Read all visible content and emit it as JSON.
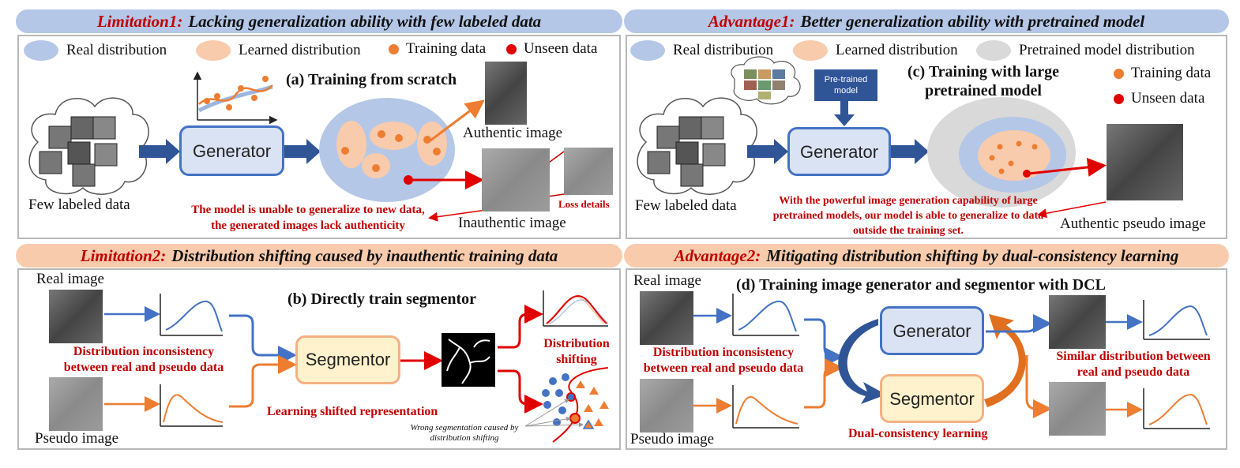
{
  "limitation1": {
    "prefix": "Limitation1:",
    "text": "Lacking generalization ability with few labeled data"
  },
  "advantage1": {
    "prefix": "Advantage1:",
    "text": "Better generalization ability with pretrained model"
  },
  "limitation2": {
    "prefix": "Limitation2:",
    "text": "Distribution shifting caused by inauthentic training data"
  },
  "advantage2": {
    "prefix": "Advantage2:",
    "text": "Mitigating distribution shifting by dual-consistency learning"
  },
  "legend_a": {
    "real": "Real distribution",
    "learned": "Learned distribution",
    "training": "Training data",
    "unseen": "Unseen data"
  },
  "legend_c": {
    "real": "Real distribution",
    "learned": "Learned distribution",
    "pretrained": "Pretrained model distribution",
    "training": "Training data",
    "unseen": "Unseen data"
  },
  "panel_a": {
    "title": "(a) Training from scratch",
    "few_labeled": "Few labeled data",
    "generator": "Generator",
    "authentic": "Authentic image",
    "inauthentic": "Inauthentic image",
    "loss_details": "Loss details",
    "note_line1": "The model is unable to generalize to new data,",
    "note_line2": "the generated images lack authenticity"
  },
  "panel_c": {
    "title_line1": "(c) Training with large",
    "title_line2": "pretrained model",
    "pretrained_line1": "Pre-trained",
    "pretrained_line2": "model",
    "few_labeled": "Few labeled data",
    "generator": "Generator",
    "authentic_pseudo": "Authentic pseudo image",
    "note_line1": "With the powerful image generation capability of large",
    "note_line2": "pretrained models, our model is able to generalize to data",
    "note_line3": "outside the training set."
  },
  "panel_b": {
    "title": "(b) Directly train segmentor",
    "real_image": "Real image",
    "pseudo_image": "Pseudo image",
    "segmentor": "Segmentor",
    "inconsistency_line1": "Distribution inconsistency",
    "inconsistency_line2": "between real and pseudo data",
    "shifting_line1": "Distribution",
    "shifting_line2": "shifting",
    "learning_shifted": "Learning shifted representation",
    "wrong_line1": "Wrong segmentation caused by",
    "wrong_line2": "distribution shifting"
  },
  "panel_d": {
    "title": "(d) Training image generator and segmentor with DCL",
    "real_image": "Real image",
    "pseudo_image": "Pseudo image",
    "generator": "Generator",
    "segmentor": "Segmentor",
    "inconsistency_line1": "Distribution inconsistency",
    "inconsistency_line2": "between real and pseudo data",
    "similar_line1": "Similar distribution between",
    "similar_line2": "real and pseudo data",
    "dcl": "Dual-consistency learning"
  },
  "colors": {
    "blue": "#4472c4",
    "orange": "#ed7d31",
    "red": "#e00000",
    "dark_red": "#c00000",
    "light_blue": "#b4c7e7",
    "light_orange": "#f8cbad",
    "gray": "#d9d9d9"
  }
}
